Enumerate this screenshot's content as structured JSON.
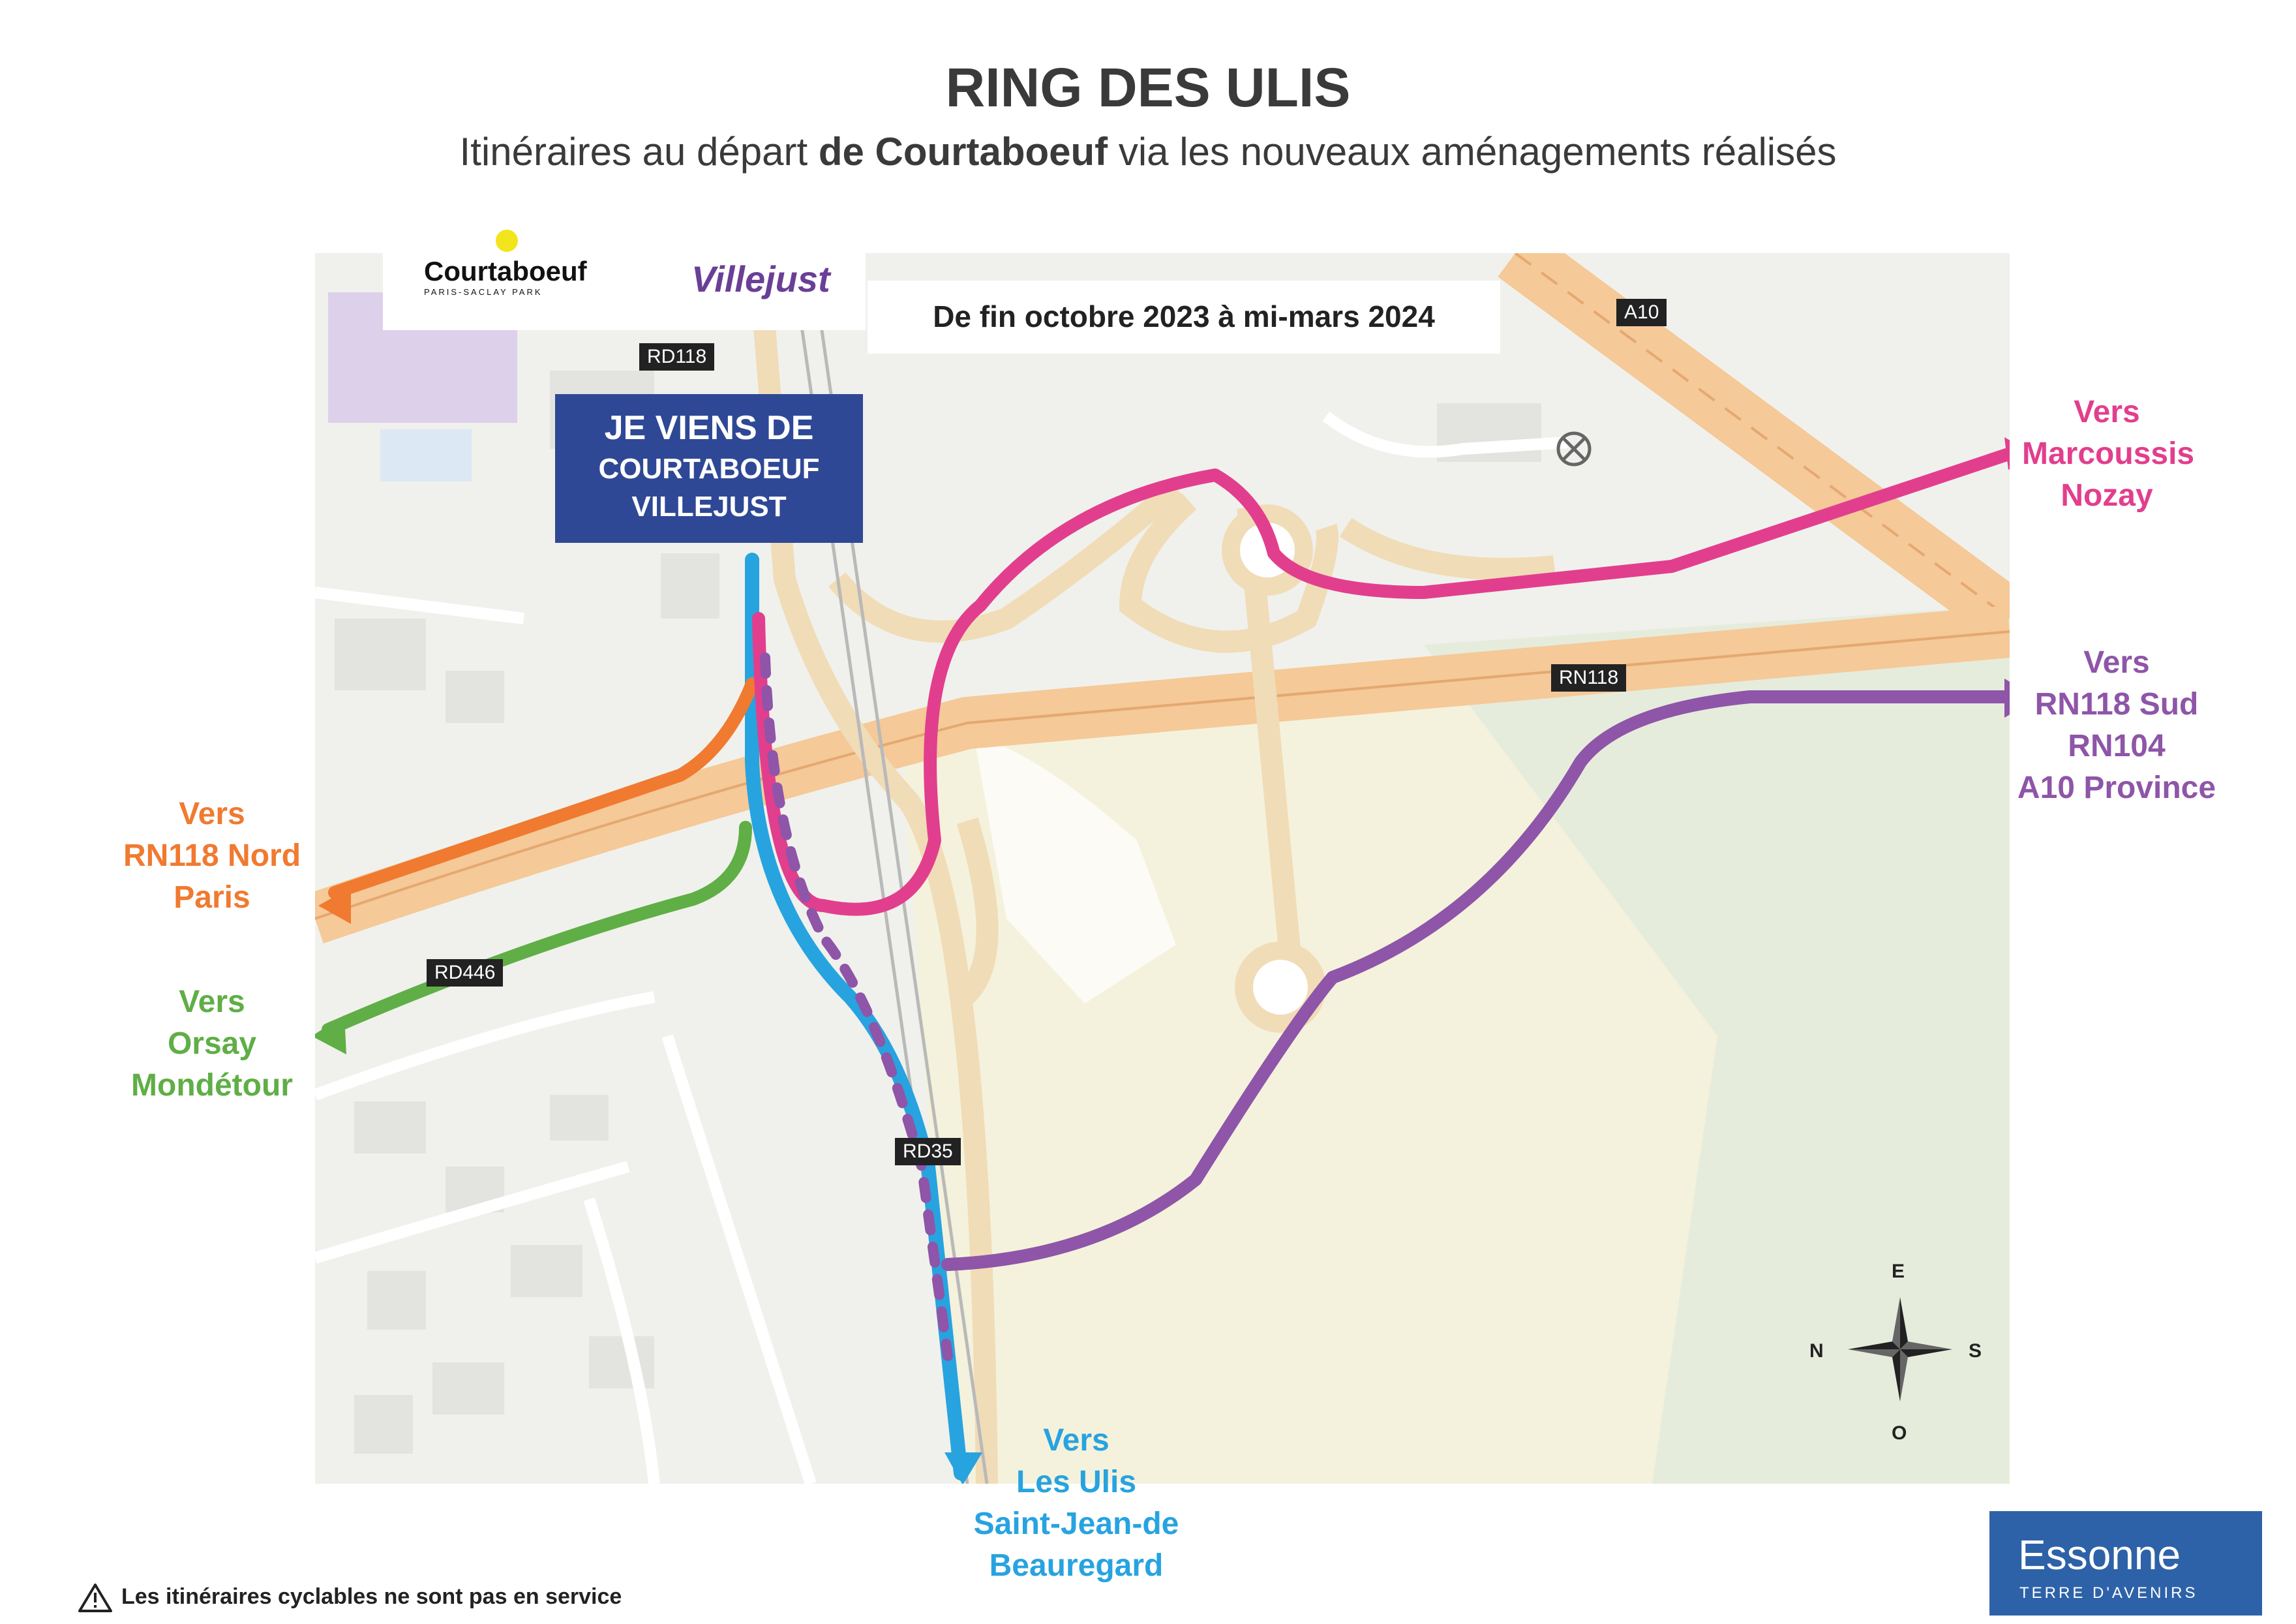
{
  "header": {
    "title": "RING DES ULIS",
    "subtitle_pre": "Itinéraires au départ ",
    "subtitle_bold": "de Courtaboeuf",
    "subtitle_post": " via les nouveaux aménagements réalisés"
  },
  "period": "De fin octobre 2023 à mi-mars 2024",
  "logos": {
    "courtaboeuf_name": "Courtaboeuf",
    "courtaboeuf_sub": "PARIS-SACLAY PARK",
    "villejust": "Villejust"
  },
  "start_box": {
    "line1": "JE VIENS DE",
    "line2": "COURTABOEUF",
    "line3": "VILLEJUST"
  },
  "road_tags": {
    "rd118": "RD118",
    "a10": "A10",
    "rn118": "RN118",
    "rd446": "RD446",
    "rd35": "RD35"
  },
  "destinations": {
    "marcoussis": {
      "lines": [
        "Vers",
        "Marcoussis",
        "Nozay"
      ],
      "color": "#e23e8e"
    },
    "rn118_sud": {
      "lines": [
        "Vers",
        "RN118 Sud",
        "RN104",
        "A10 Province"
      ],
      "color": "#8e55a8"
    },
    "rn118_nord": {
      "lines": [
        "Vers",
        "RN118 Nord",
        "Paris"
      ],
      "color": "#f07a30"
    },
    "orsay": {
      "lines": [
        "Vers",
        "Orsay",
        "Mondétour"
      ],
      "color": "#5fae46"
    },
    "les_ulis": {
      "lines": [
        "Vers",
        "Les Ulis",
        "Saint-Jean-de",
        "Beauregard"
      ],
      "color": "#27a3e0"
    }
  },
  "compass": {
    "e": "E",
    "n": "N",
    "s": "S",
    "o": "O"
  },
  "footer": {
    "warning": "Les itinéraires cyclables ne sont pas en service",
    "essonne_name": "Essonne",
    "essonne_tag": "TERRE D'AVENIRS"
  }
}
